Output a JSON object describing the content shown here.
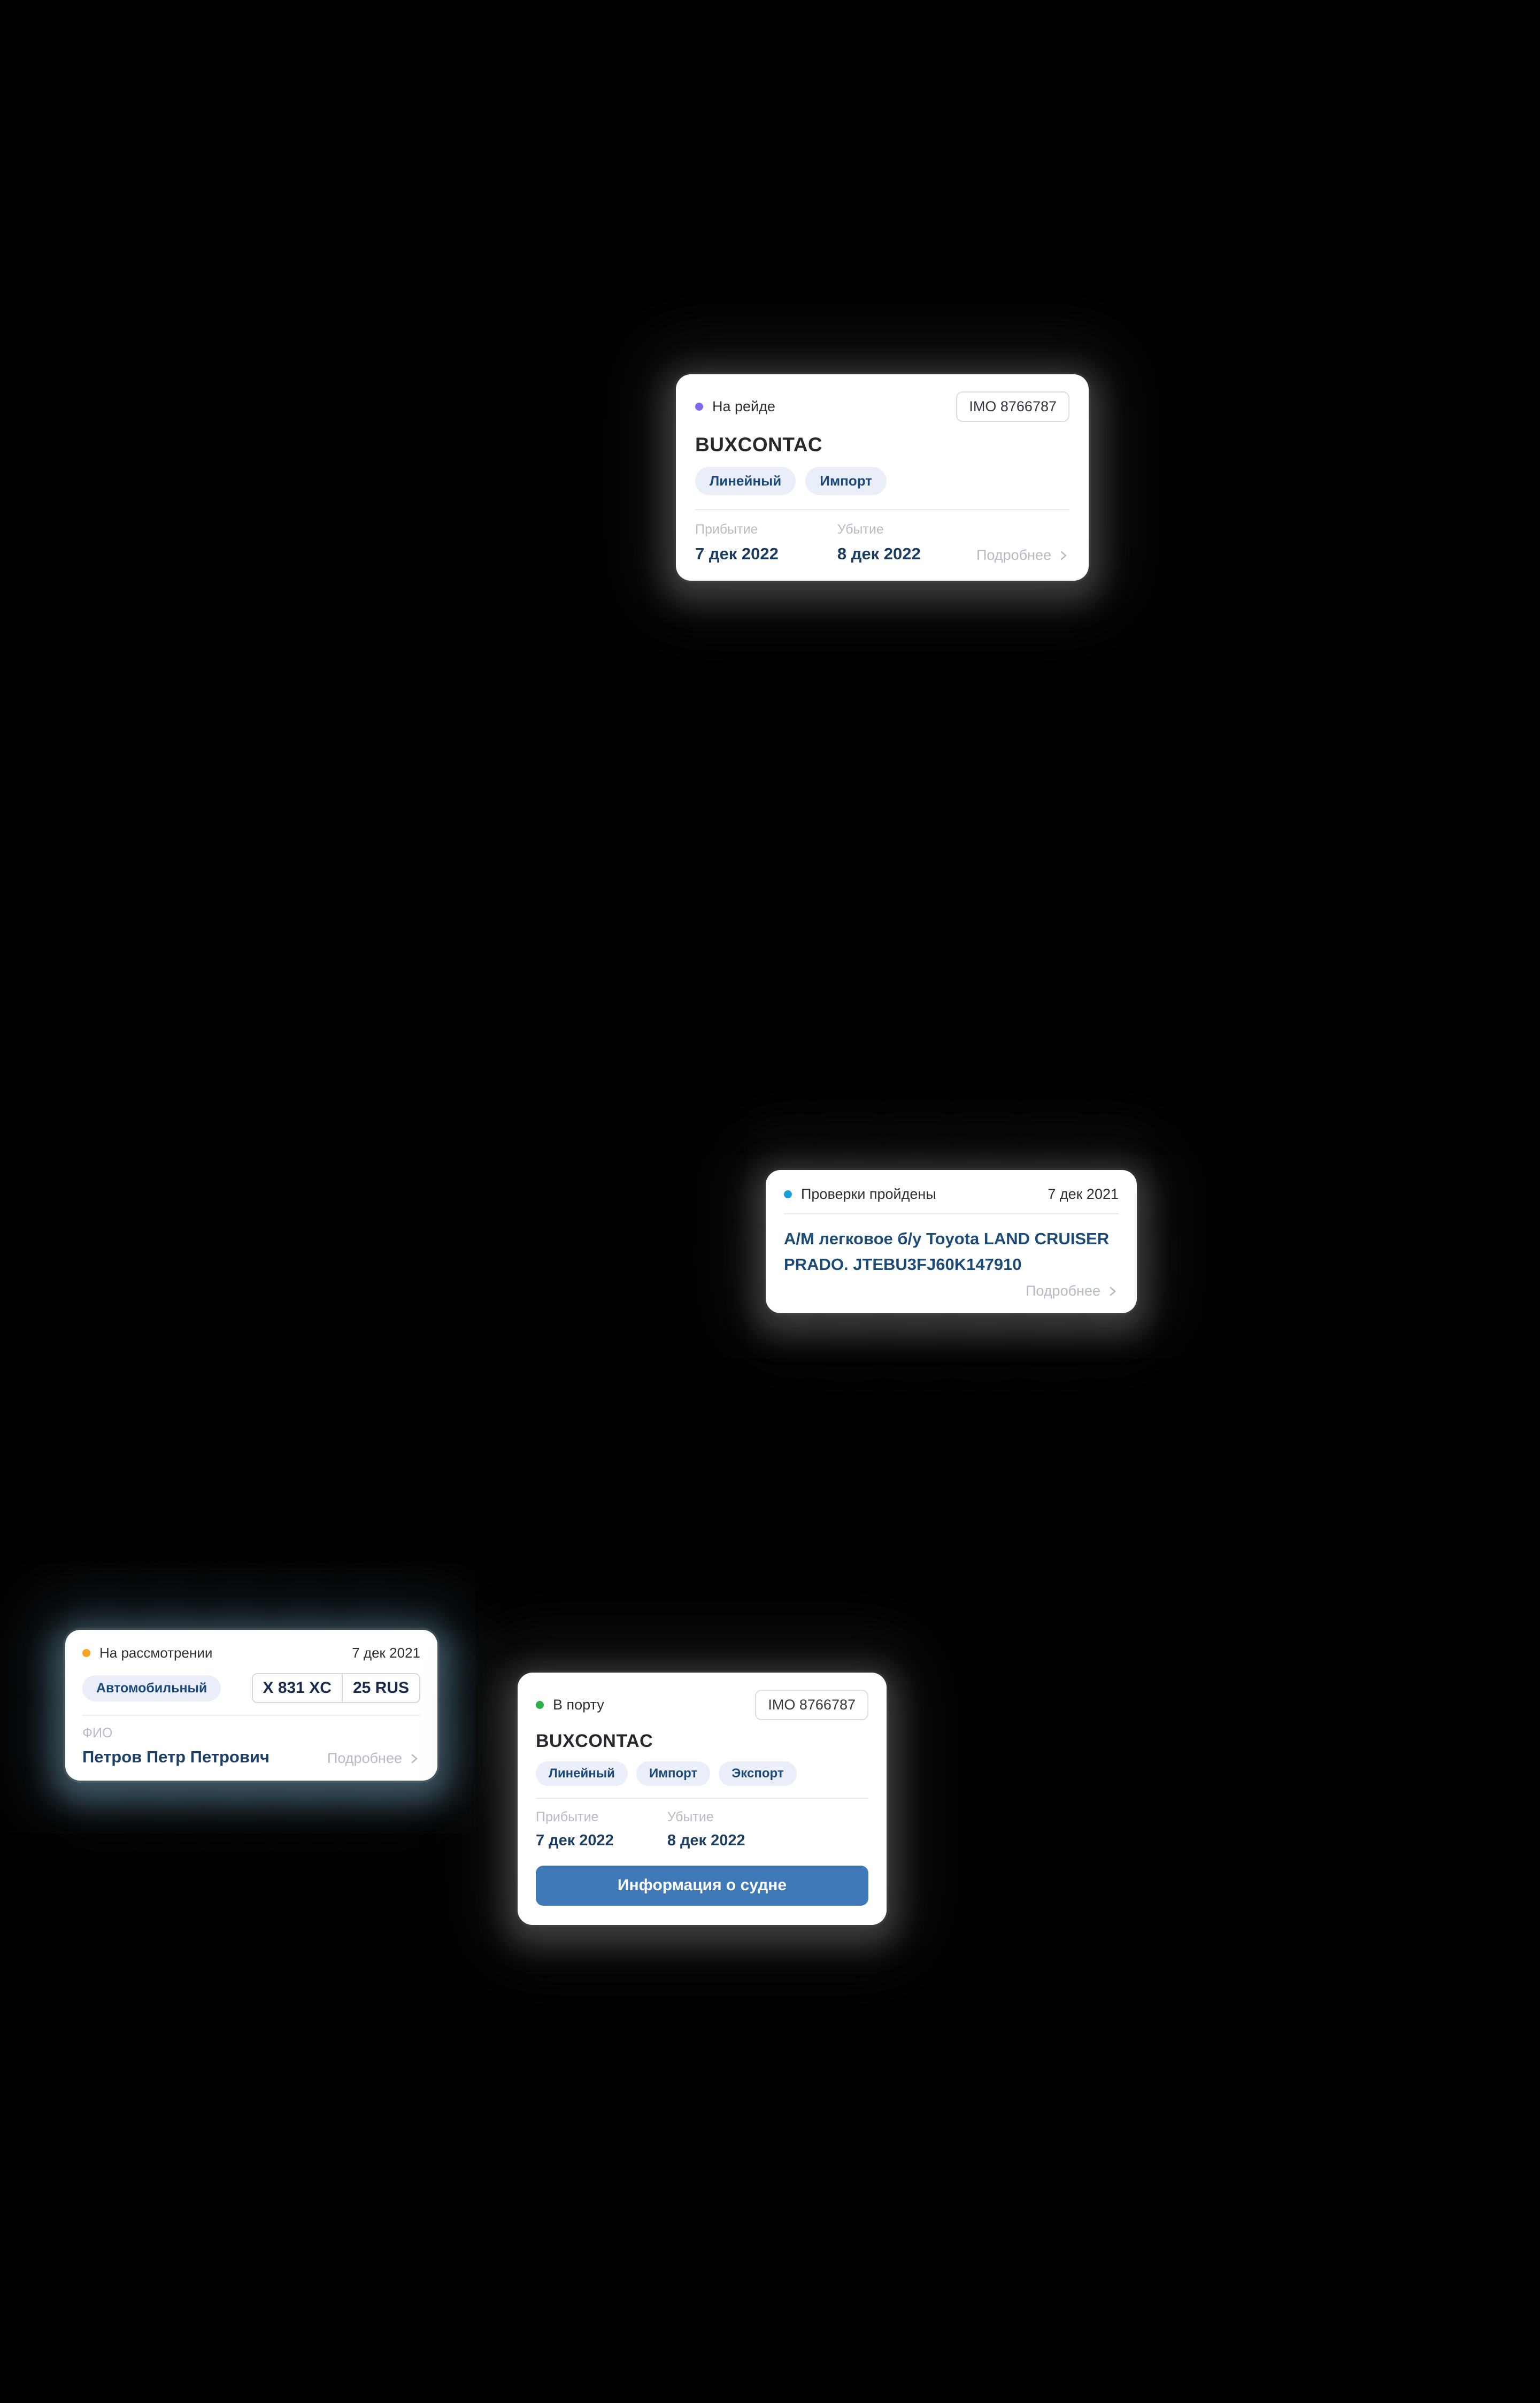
{
  "colors": {
    "background": "#000000",
    "card_bg": "#FFFFFF",
    "tag_bg": "#E9EEF8",
    "tag_text": "#1D4A7B",
    "date_value_text": "#1C3E63",
    "muted_text": "#B7BCC6",
    "button_bg": "#3F79B7",
    "status_roadstead": "#7C6BF0",
    "status_inspection": "#1B9FD8",
    "status_review": "#F6A623",
    "status_port": "#2BB04A"
  },
  "cards": {
    "vessel_roadstead": {
      "status_label": "На рейде",
      "status_color": "#7C6BF0",
      "imo_badge": "IMO 8766787",
      "title": "BUXCONTAC",
      "tags": [
        "Линейный",
        "Импорт"
      ],
      "arrival_label": "Прибытие",
      "arrival_value": "7 дек 2022",
      "departure_label": "Убытие",
      "departure_value": "8 дек 2022",
      "more_label": "Подробнее"
    },
    "inspection": {
      "status_label": "Проверки пройдены",
      "status_color": "#1B9FD8",
      "date": "7 дек 2021",
      "title": "А/М легковое б/у Toyota LAND CRUISER PRADO. JTEBU3FJ60K147910",
      "more_label": "Подробнее"
    },
    "review": {
      "status_label": "На рассмотрении",
      "status_color": "#F6A623",
      "date": "7 дек 2021",
      "tag": "Автомобильный",
      "plate_number": "X 831 XC",
      "plate_region": "25 RUS",
      "person_label": "ФИО",
      "person_name": "Петров Петр Петрович",
      "more_label": "Подробнее"
    },
    "vessel_port": {
      "status_label": "В порту",
      "status_color": "#2BB04A",
      "imo_badge": "IMO 8766787",
      "title": "BUXCONTAC",
      "tags": [
        "Линейный",
        "Импорт",
        "Экспорт"
      ],
      "arrival_label": "Прибытие",
      "arrival_value": "7 дек 2022",
      "departure_label": "Убытие",
      "departure_value": "8 дек 2022",
      "button_label": "Информация о судне"
    }
  }
}
